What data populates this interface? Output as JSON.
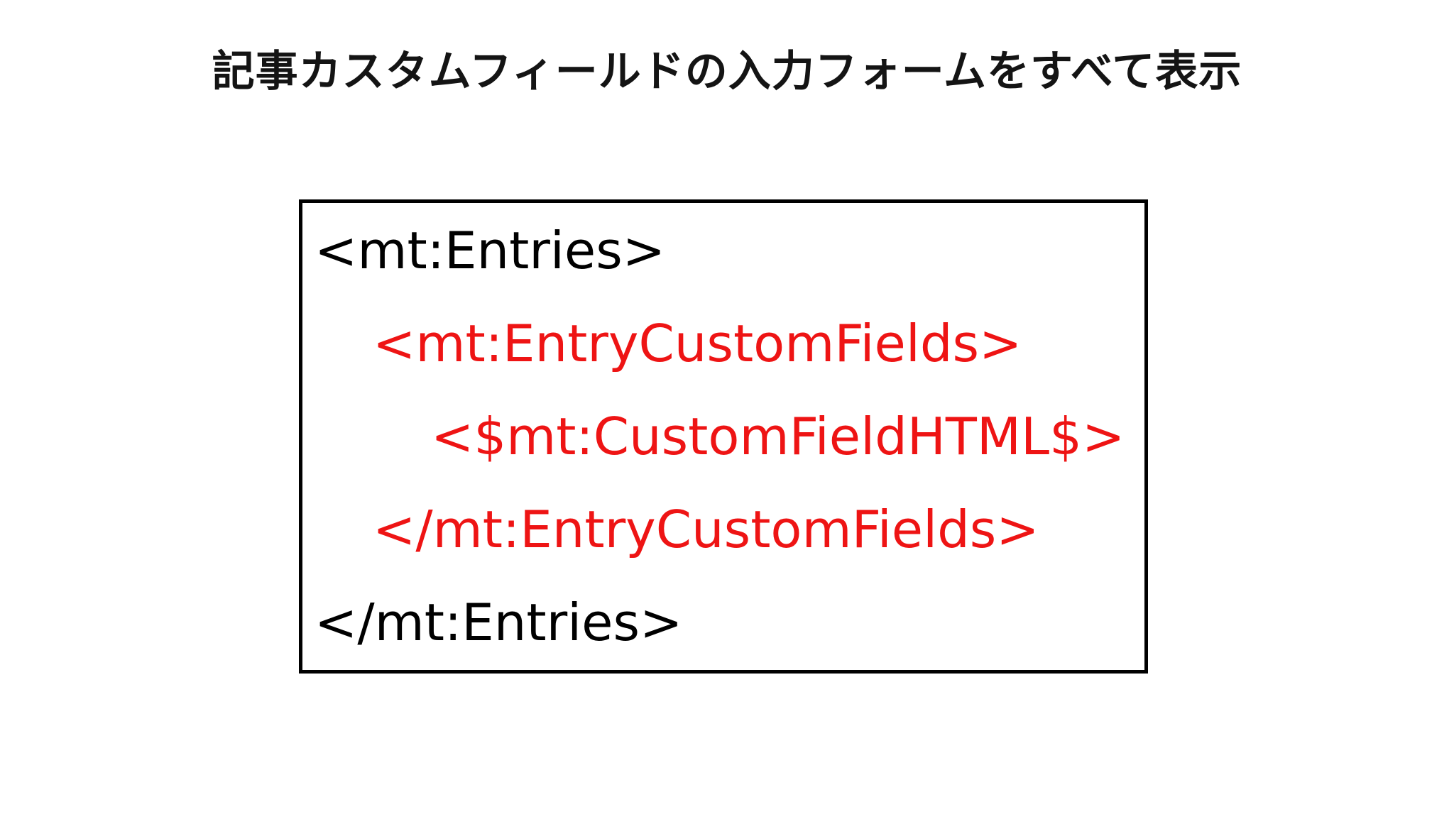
{
  "slide": {
    "title": "記事カスタムフィールドの入力フォームをすべて表示",
    "code_block": {
      "lines": [
        {
          "text": "<mt:Entries>",
          "color": "black",
          "indent": 0
        },
        {
          "text": "<mt:EntryCustomFields>",
          "color": "red",
          "indent": 1
        },
        {
          "text": "<$mt:CustomFieldHTML$>",
          "color": "red",
          "indent": 2
        },
        {
          "text": "</mt:EntryCustomFields>",
          "color": "red",
          "indent": 1
        },
        {
          "text": "</mt:Entries>",
          "color": "black",
          "indent": 0
        }
      ]
    },
    "colors": {
      "code_red": "#ee1414",
      "code_black": "#000000",
      "background": "#ffffff",
      "border": "#000000"
    }
  }
}
